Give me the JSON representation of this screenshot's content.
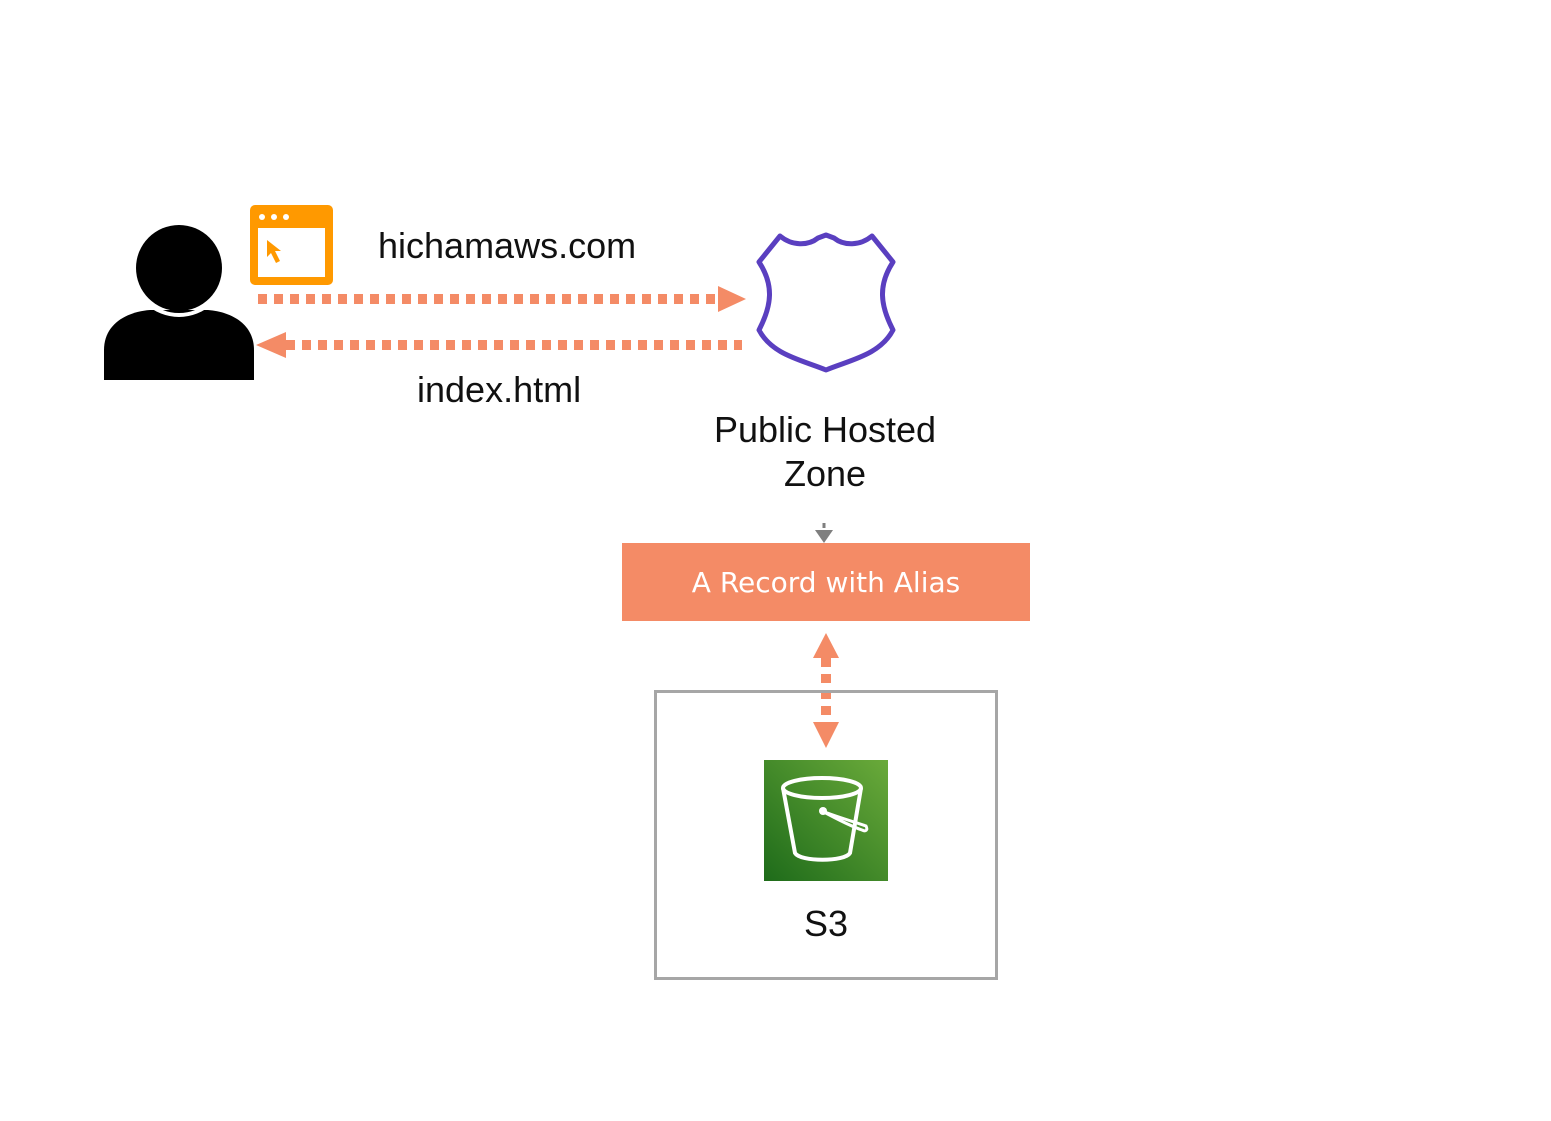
{
  "flow": {
    "request_label": "hichamaws.com",
    "response_label": "index.html"
  },
  "route53": {
    "zone_label_line1": "Public Hosted",
    "zone_label_line2": "Zone",
    "icon": "route53-shield-icon"
  },
  "record": {
    "label": "A Record with Alias"
  },
  "s3": {
    "label": "S3",
    "icon": "s3-bucket-icon"
  },
  "icons": {
    "user": "user-silhouette-icon",
    "browser": "browser-window-icon"
  },
  "colors": {
    "arrow": "#f48b66",
    "record_fill": "#f48b66",
    "shield_stroke": "#5a3fc0",
    "browser_orange": "#ff9900",
    "s3_green_dark": "#1e6b1a",
    "s3_green_light": "#6aaa3a",
    "frame_border": "#a6a6a6",
    "connector_gray": "#7f7f7f"
  }
}
